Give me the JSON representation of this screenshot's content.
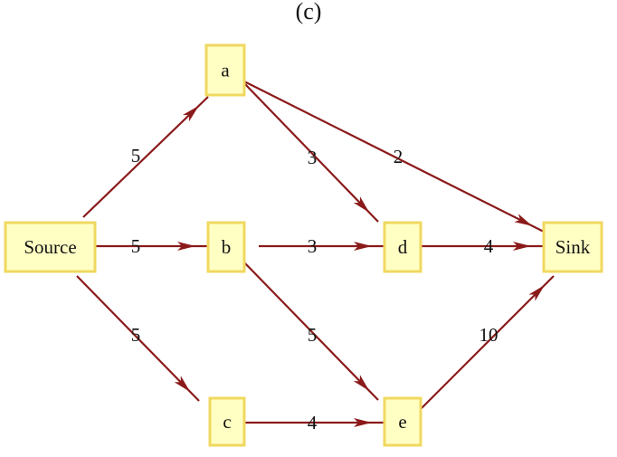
{
  "title": "(c)",
  "colors": {
    "edge": "#8b1a1a",
    "node_fill": "#ffffc4",
    "node_border": "#f0d860"
  },
  "nodes": [
    {
      "id": "source",
      "label": "Source"
    },
    {
      "id": "a",
      "label": "a"
    },
    {
      "id": "b",
      "label": "b"
    },
    {
      "id": "c",
      "label": "c"
    },
    {
      "id": "d",
      "label": "d"
    },
    {
      "id": "e",
      "label": "e"
    },
    {
      "id": "sink",
      "label": "Sink"
    }
  ],
  "edges": [
    {
      "from": "source",
      "to": "a",
      "label": "5"
    },
    {
      "from": "source",
      "to": "b",
      "label": "5"
    },
    {
      "from": "source",
      "to": "c",
      "label": "5"
    },
    {
      "from": "a",
      "to": "d",
      "label": "3"
    },
    {
      "from": "a",
      "to": "sink",
      "label": "2"
    },
    {
      "from": "b",
      "to": "d",
      "label": "3"
    },
    {
      "from": "b",
      "to": "e",
      "label": "5"
    },
    {
      "from": "c",
      "to": "e",
      "label": "4"
    },
    {
      "from": "d",
      "to": "sink",
      "label": "4"
    },
    {
      "from": "e",
      "to": "sink",
      "label": "10"
    }
  ]
}
